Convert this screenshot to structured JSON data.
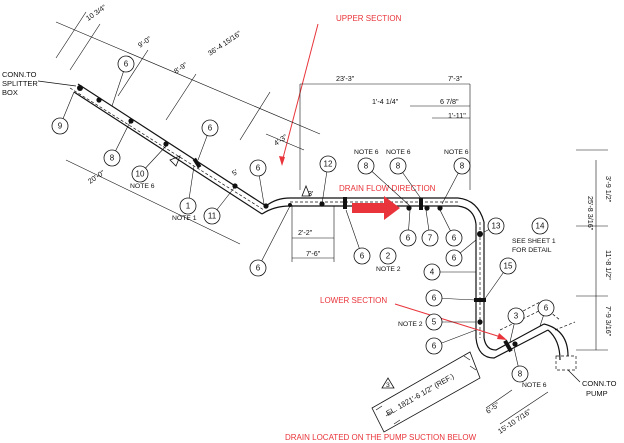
{
  "annotations": {
    "upper_section": "UPPER SECTION",
    "drain_flow_direction": "DRAIN FLOW DIRECTION",
    "lower_section": "LOWER SECTION",
    "drain_located": "DRAIN LOCATED ON THE PUMP SUCTION BELOW"
  },
  "labels": {
    "conn_splitter_1": "CONN.TO",
    "conn_splitter_2": "SPLITTER",
    "conn_splitter_3": "BOX",
    "conn_pump_1": "CONN.TO",
    "conn_pump_2": "PUMP",
    "see_sheet_1": "SEE SHEET 1",
    "see_sheet_2": "FOR DETAIL",
    "elevation": "EL. 1821'-6 1/2\" (REF.)",
    "note_1": "NOTE 1",
    "note_2": "NOTE 2",
    "note_6": "NOTE 6",
    "triangle_3": "3"
  },
  "dimensions": {
    "d_10_3_4": "10 3/4\"",
    "d_9_0": "9'-0\"",
    "d_8_9": "8'-9\"",
    "d_36_4": "36'-4 15/16\"",
    "d_23_3": "23'-3\"",
    "d_7_3": "7'-3\"",
    "d_1_4_1_4": "1'-4 1/4\"",
    "d_6_7_8": "6 7/8\"",
    "d_1_11": "1'-11\"",
    "d_4_3": "4'-3\"",
    "d_20_0": "20'-0\"",
    "d_2_2": "2'-2\"",
    "d_7_6": "7'-6\"",
    "d_3": "3'",
    "d_5": "5'",
    "d_3_9_1_2": "3'-9 1/2\"",
    "d_25_8_3_16": "25'-8 3/16\"",
    "d_11_8_1_2": "11'-8 1/2\"",
    "d_7_9_3_16": "7'-9 3/16\"",
    "d_6_5": "6'-5\"",
    "d_15_10_7_16": "15'-10 7/16\""
  },
  "bubbles": [
    "9",
    "6",
    "8",
    "10",
    "6",
    "1",
    "11",
    "6",
    "12",
    "6",
    "8",
    "8",
    "8",
    "6",
    "6",
    "7",
    "6",
    "2",
    "6",
    "13",
    "14",
    "4",
    "15",
    "6",
    "5",
    "6",
    "3",
    "6",
    "8"
  ],
  "colors": {
    "annotation_red": "#e8343a",
    "line": "#111111"
  }
}
